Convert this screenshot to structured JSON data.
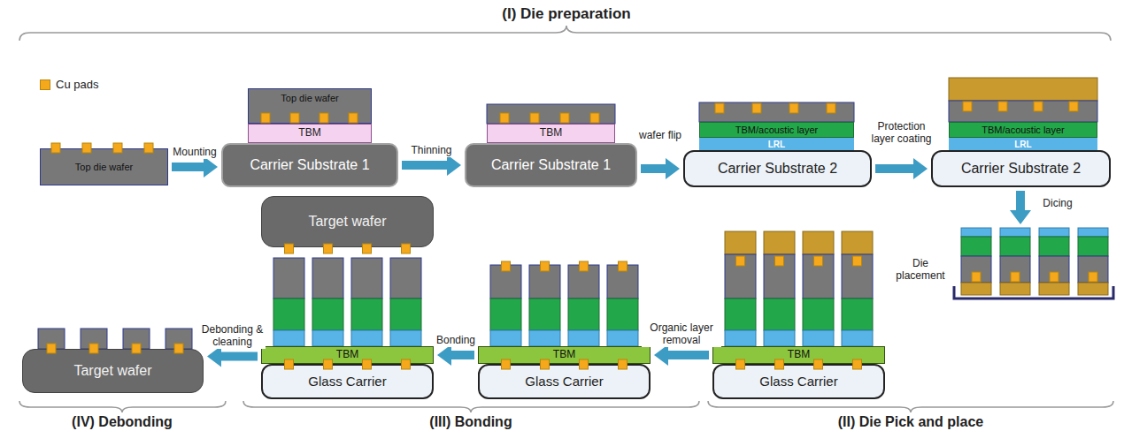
{
  "diagram": {
    "nodes": [
      {
        "text": [
          "Top die wafer"
        ]
      },
      {
        "text": [
          "Top die wafer"
        ]
      },
      {
        "text": [
          "TBM"
        ]
      },
      {
        "text": [
          "Carrier Substrate 1"
        ]
      },
      {
        "text": [
          "TBM"
        ]
      },
      {
        "text": [
          "Carrier Substrate 1"
        ]
      },
      {
        "text": [
          "TBM/acoustic layer"
        ]
      },
      {
        "text": [
          "LRL"
        ]
      },
      {
        "text": [
          "Carrier Substrate 2"
        ]
      },
      {
        "text": [
          "TBM/acoustic layer"
        ]
      },
      {
        "text": [
          "LRL"
        ]
      },
      {
        "text": [
          "Carrier Substrate 2"
        ]
      },
      {
        "text": [
          "TBM"
        ]
      },
      {
        "text": [
          "Glass Carrier"
        ]
      },
      {
        "text": [
          "TBM"
        ]
      },
      {
        "text": [
          "Glass Carrier"
        ]
      },
      {
        "text": [
          "Target wafer"
        ]
      },
      {
        "text": [
          "TBM"
        ]
      },
      {
        "text": [
          "Glass Carrier"
        ]
      },
      {
        "text": [
          "Target wafer"
        ]
      }
    ],
    "edges": [
      {
        "from": 0,
        "to": 3,
        "arrow": "to",
        "label": "Mounting"
      },
      {
        "from": 3,
        "to": 5,
        "arrow": "to",
        "label": "Thinning"
      },
      {
        "from": 5,
        "to": 8,
        "arrow": "to",
        "label": "wafer flip"
      },
      {
        "from": 8,
        "to": 11,
        "arrow": "to",
        "label": "Protection layer coating"
      },
      {
        "from": 12,
        "to": 14,
        "arrow": "to",
        "label": "Organic layer removal"
      },
      {
        "from": 14,
        "to": 17,
        "arrow": "to",
        "label": "Bonding"
      },
      {
        "from": 17,
        "to": 19,
        "arrow": "to",
        "label": "Debonding & cleaning"
      }
    ],
    "labels": [
      "(I) Die preparation",
      "Dicing",
      "Die placement",
      "(IV) Debonding",
      "(III) Bonding",
      "(II) Die Pick and place"
    ],
    "legend": [
      {
        "text": "Cu pads",
        "color": "#f5a81c"
      }
    ]
  }
}
